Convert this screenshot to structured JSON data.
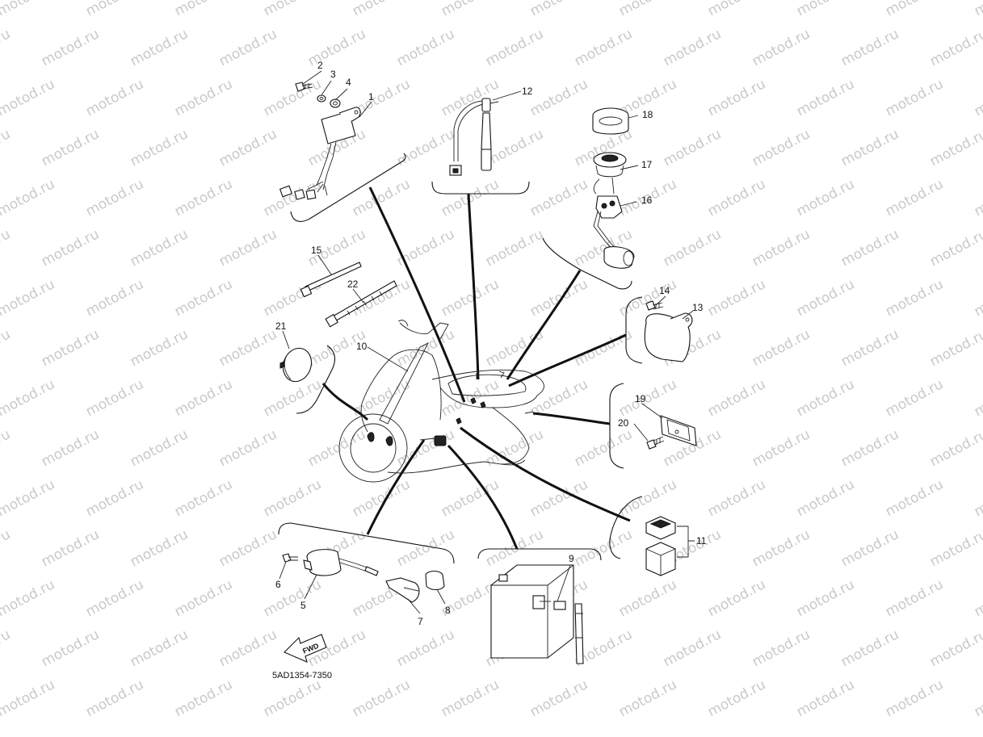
{
  "watermark": {
    "text": "motod.ru",
    "color": "#c9c9c9"
  },
  "diagram": {
    "type": "exploded-parts-diagram",
    "code": "5AD1354-7350",
    "fwd_label": "FWD"
  },
  "callouts": [
    {
      "id": "c1",
      "label": "1"
    },
    {
      "id": "c2",
      "label": "2"
    },
    {
      "id": "c3",
      "label": "3"
    },
    {
      "id": "c4",
      "label": "4"
    },
    {
      "id": "c5",
      "label": "5"
    },
    {
      "id": "c6",
      "label": "6"
    },
    {
      "id": "c7",
      "label": "7"
    },
    {
      "id": "c8",
      "label": "8"
    },
    {
      "id": "c9",
      "label": "9"
    },
    {
      "id": "c10",
      "label": "10"
    },
    {
      "id": "c11",
      "label": "11"
    },
    {
      "id": "c12",
      "label": "12"
    },
    {
      "id": "c13",
      "label": "13"
    },
    {
      "id": "c14",
      "label": "14"
    },
    {
      "id": "c15",
      "label": "15"
    },
    {
      "id": "c16",
      "label": "16"
    },
    {
      "id": "c17",
      "label": "17"
    },
    {
      "id": "c18",
      "label": "18"
    },
    {
      "id": "c19",
      "label": "19"
    },
    {
      "id": "c20",
      "label": "20"
    },
    {
      "id": "c21",
      "label": "21"
    },
    {
      "id": "c22",
      "label": "22"
    }
  ]
}
